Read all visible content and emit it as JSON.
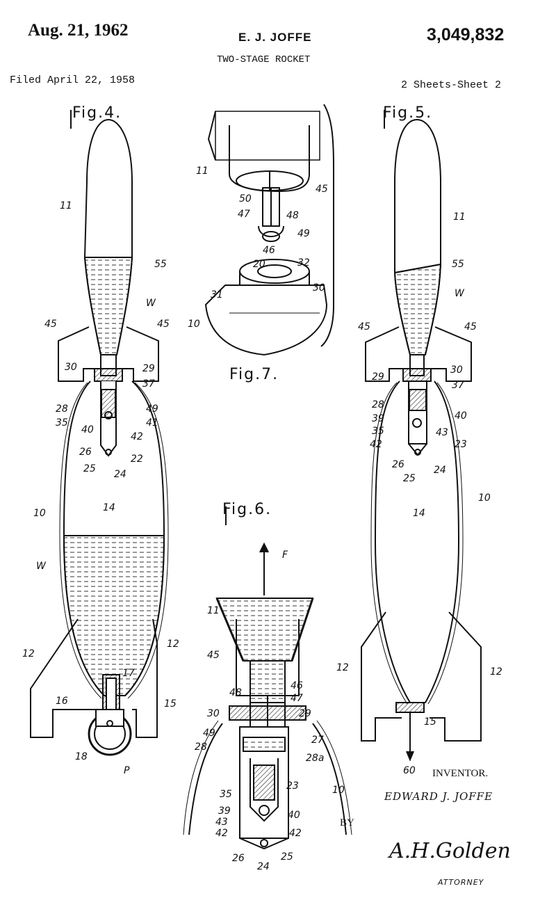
{
  "header": {
    "date": "Aug. 21, 1962",
    "inventor_short": "E. J. JOFFE",
    "patent_number": "3,049,832",
    "title": "TWO-STAGE ROCKET",
    "filed": "Filed April 22, 1958",
    "sheets": "2 Sheets-Sheet 2"
  },
  "figures": {
    "fig4": "Fig.4.",
    "fig5": "Fig.5.",
    "fig6": "Fig.6.",
    "fig7": "Fig.7."
  },
  "fig4_labels": [
    "11",
    "55",
    "W",
    "45",
    "45",
    "30",
    "29",
    "37",
    "28",
    "49",
    "35",
    "41",
    "40",
    "42",
    "26",
    "22",
    "25",
    "24",
    "10",
    "14",
    "W",
    "12",
    "12",
    "17",
    "16",
    "15",
    "18",
    "P"
  ],
  "fig5_labels": [
    "11",
    "55",
    "W",
    "45",
    "45",
    "29",
    "30",
    "37",
    "28",
    "39",
    "40",
    "35",
    "43",
    "42",
    "23",
    "26",
    "24",
    "25",
    "10",
    "14",
    "12",
    "12",
    "15",
    "60"
  ],
  "fig6_labels": [
    "F",
    "11",
    "45",
    "46",
    "48",
    "47",
    "30",
    "29",
    "49",
    "27",
    "28",
    "28a",
    "23",
    "35",
    "10",
    "39",
    "40",
    "43",
    "42",
    "42",
    "26",
    "25",
    "24"
  ],
  "fig7_labels": [
    "11",
    "45",
    "50",
    "47",
    "48",
    "49",
    "46",
    "20",
    "32",
    "31",
    "30",
    "10"
  ],
  "footer": {
    "inventor_label": "INVENTOR.",
    "inventor_name": "EDWARD J. JOFFE",
    "by_label": "BY",
    "signature": "A.H.Golden",
    "attorney_label": "ATTORNEY"
  }
}
